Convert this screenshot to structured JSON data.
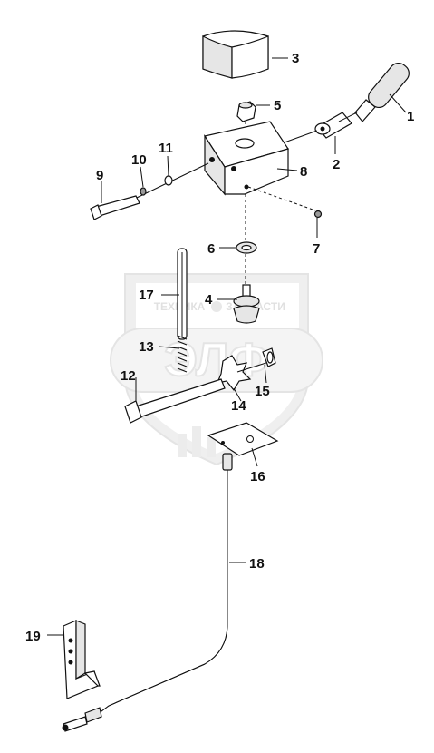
{
  "diagram": {
    "callouts": [
      "1",
      "2",
      "3",
      "4",
      "5",
      "6",
      "7",
      "8",
      "9",
      "10",
      "11",
      "12",
      "13",
      "14",
      "15",
      "16",
      "17",
      "18",
      "19"
    ],
    "watermark": {
      "top_left": "ТЕХНИКА",
      "top_right": "ЗАПЧАСТИ",
      "center": "ЭЛФ"
    }
  }
}
